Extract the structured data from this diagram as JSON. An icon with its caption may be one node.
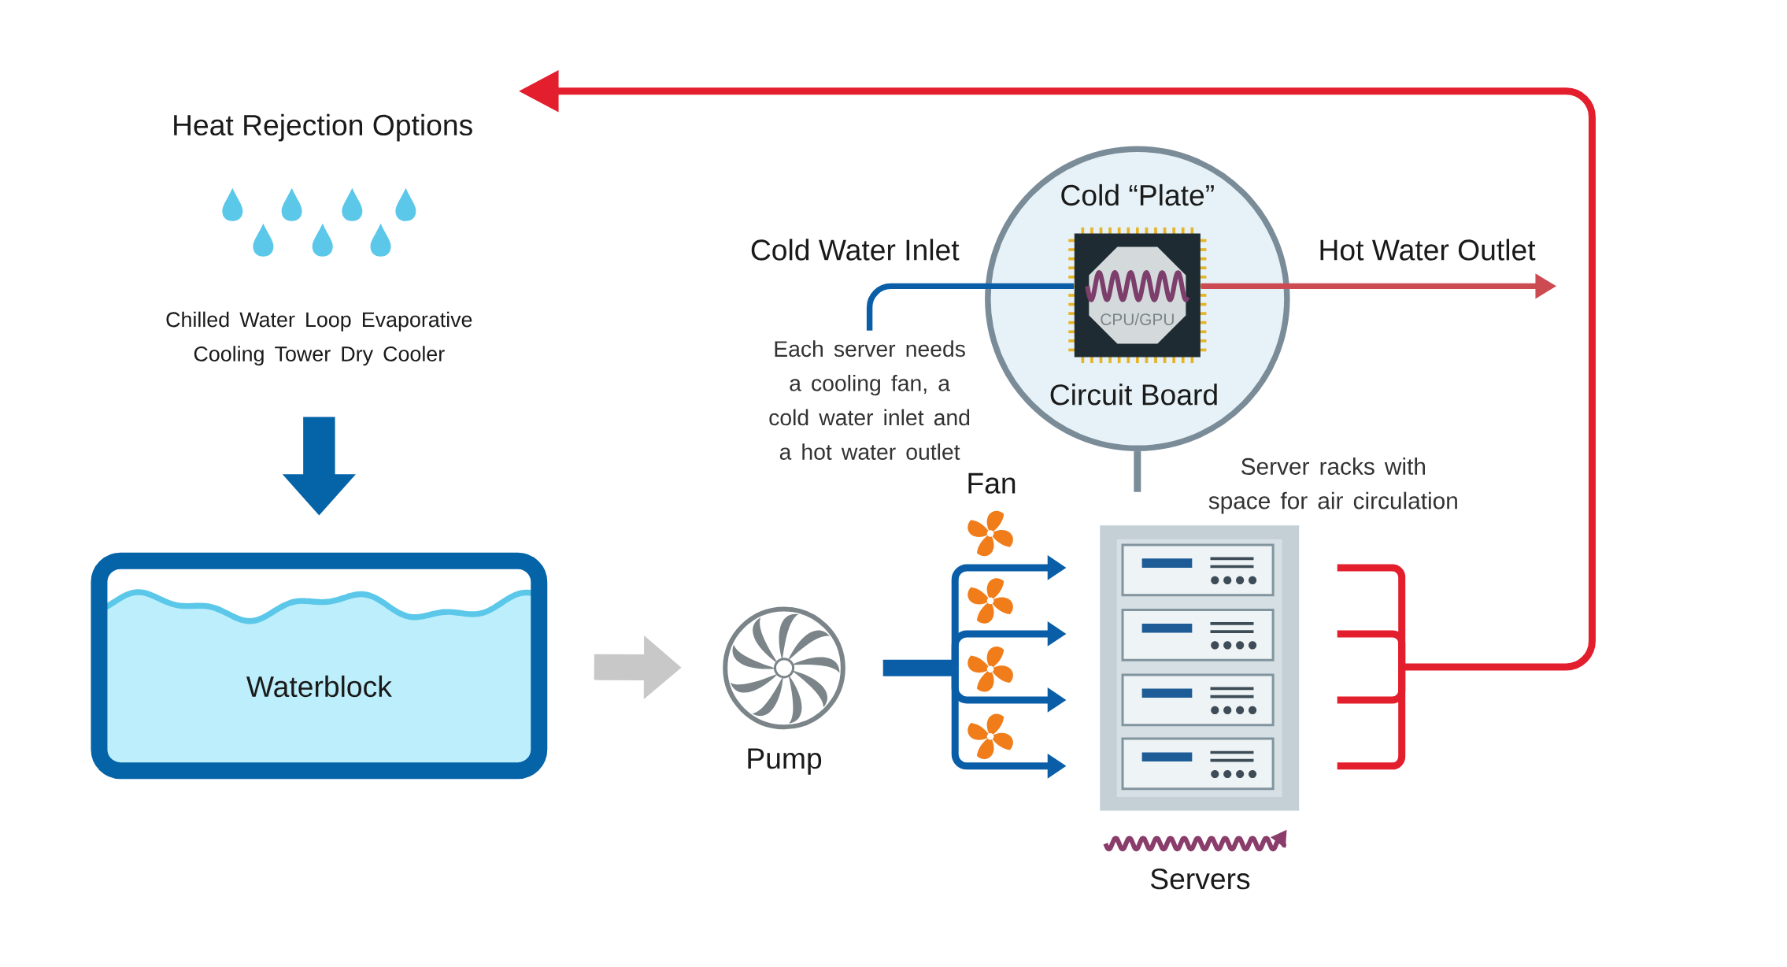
{
  "diagram": {
    "nodes": [
      {
        "text": [
          "Heat Rejection Options",
          "Chilled Water Loop Evaporative Cooling Tower Dry Cooler"
        ]
      },
      {
        "text": [
          "Waterblock"
        ]
      },
      {
        "text": [
          "Pump"
        ]
      },
      {
        "text": [
          "Cold “Plate”",
          "Circuit Board"
        ]
      },
      {
        "text": [
          "CPU/GPU"
        ],
        "in": 3
      },
      {
        "text": [
          "Servers"
        ]
      },
      {
        "text": [
          "Each server needs a cooling fan, a cold water inlet and a hot water outlet"
        ]
      },
      {
        "text": [
          "Hot Water Outlet"
        ]
      }
    ],
    "edges": [
      {
        "from": 0,
        "to": 1,
        "arrow": "to",
        "style": "thick",
        "color": "#0563a8"
      },
      {
        "from": 1,
        "to": 2,
        "arrow": "to",
        "style": "thick",
        "color": "#c8c8c8"
      },
      {
        "from": 2,
        "to": 5,
        "arrow": "to",
        "color": "#0a5ea8"
      },
      {
        "from": 6,
        "to": 4,
        "arrow": "none",
        "color": "#0a5ea8"
      },
      {
        "from": 4,
        "to": 7,
        "arrow": "to",
        "color": "#cc4b52"
      },
      {
        "from": 3,
        "to": 5,
        "arrow": "none",
        "color": "#7b8c99"
      },
      {
        "from": 5,
        "to": null,
        "arrow": "to",
        "color": "#e31e2d"
      }
    ],
    "labels": [
      "Cold Water Inlet",
      "Fan",
      "Server racks with space for air circulation"
    ]
  }
}
